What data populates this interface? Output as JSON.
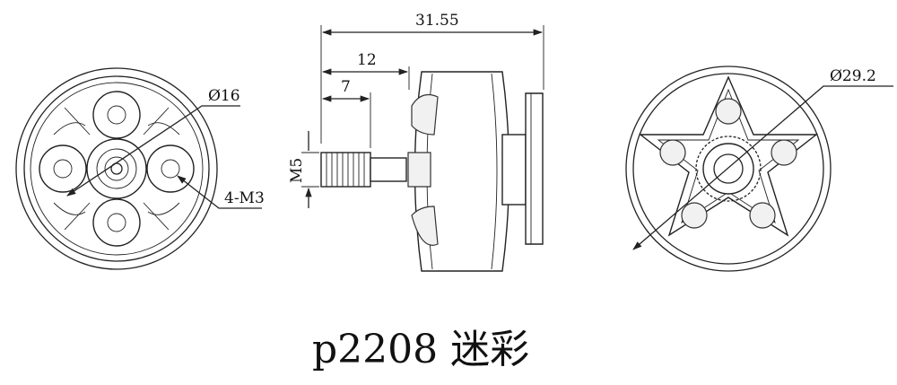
{
  "dimensions": {
    "overall_length": "31.55",
    "shaft_length": "12",
    "thread_length": "7",
    "shaft_thread": "M5",
    "bolt_circle": "Ø16",
    "mount_holes": "4-M3",
    "bell_diameter": "Ø29.2"
  },
  "title": "p2208 迷彩"
}
